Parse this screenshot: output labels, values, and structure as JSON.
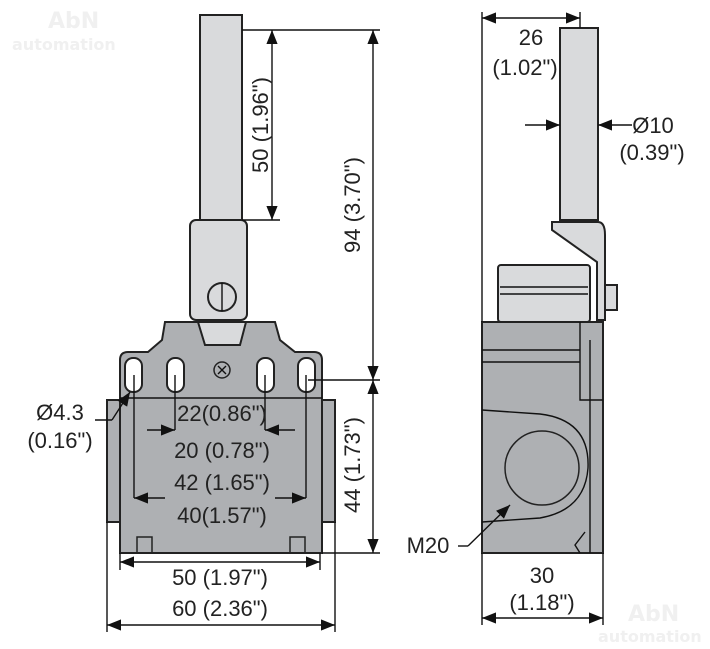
{
  "watermark": {
    "brand": "AbN",
    "sub": "automation"
  },
  "front_view": {
    "rod_length": "50 (1.96\")",
    "total_height": "94 (3.70\")",
    "body_height": "44 (1.73\")",
    "hole_diameter": "Ø4.3",
    "hole_diameter_in": "(0.16\")",
    "inner_slot_spacing": "22(0.86\")",
    "inner_slot_spacing_alt": "20 (0.78\")",
    "outer_slot_spacing": "42 (1.65\")",
    "outer_slot_spacing_alt": "40(1.57\")",
    "body_width": "50 (1.97\")",
    "overall_width": "60 (2.36\")"
  },
  "side_view": {
    "rod_offset": "26",
    "rod_offset_in": "(1.02\")",
    "rod_diameter": "Ø10",
    "rod_diameter_in": "(0.39\")",
    "conduit_entry": "M20",
    "depth": "30",
    "depth_in": "(1.18\")"
  }
}
